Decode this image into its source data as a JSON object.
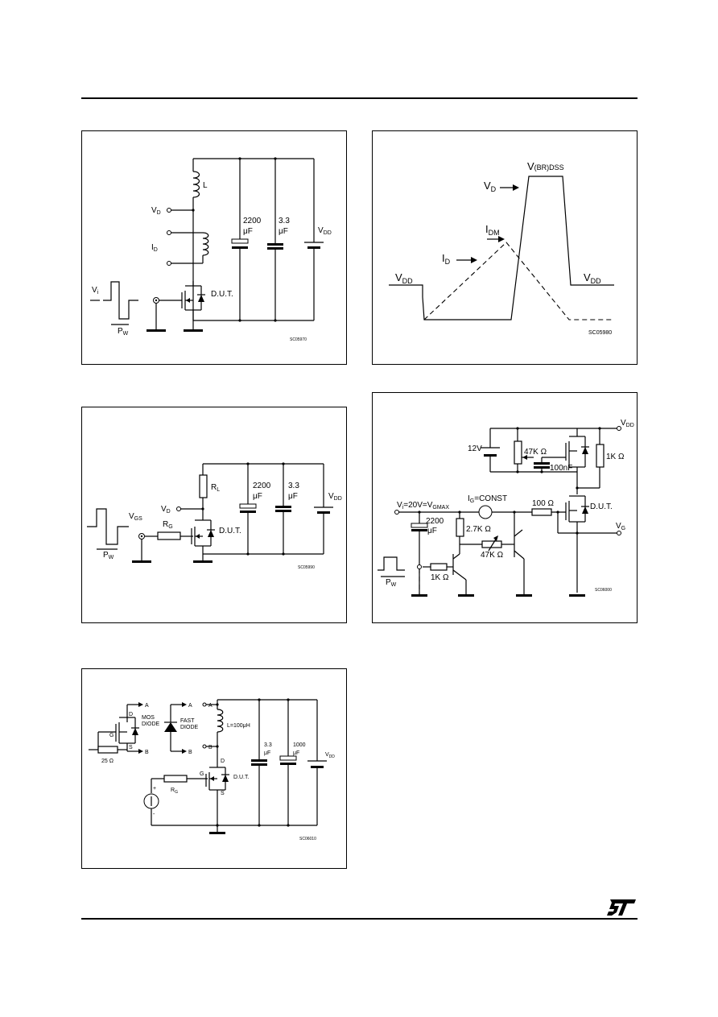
{
  "fig1": {
    "L": "L",
    "VD": "V",
    "VD_sub": "D",
    "ID": "I",
    "ID_sub": "D",
    "C1_val": "2200",
    "C1_unit": "μF",
    "C2_val": "3.3",
    "C2_unit": "μF",
    "VDD": "V",
    "VDD_sub": "DD",
    "VI": "V",
    "VI_sub": "i",
    "PW": "P",
    "PW_sub": "W",
    "dut": "D.U.T.",
    "code": "SC05970"
  },
  "fig2": {
    "vbr": "V",
    "vbr_sub": "(BR)DSS",
    "vd": "V",
    "vd_sub": "D",
    "idm": "I",
    "idm_sub": "DM",
    "id": "I",
    "id_sub": "D",
    "vdd_l": "V",
    "vdd_l_sub": "DD",
    "vdd_r": "V",
    "vdd_r_sub": "DD",
    "code": "SC05980"
  },
  "fig3": {
    "RL": "R",
    "RL_sub": "L",
    "VD": "V",
    "VD_sub": "D",
    "VGS": "V",
    "VGS_sub": "GS",
    "RG": "R",
    "RG_sub": "G",
    "PW": "P",
    "PW_sub": "W",
    "dut": "D.U.T.",
    "C1_val": "2200",
    "C1_unit": "μF",
    "C2_val": "3.3",
    "C2_unit": "μF",
    "VDD": "V",
    "VDD_sub": "DD",
    "code": "SC05990"
  },
  "fig4": {
    "VDD": "V",
    "VDD_sub": "DD",
    "v12": "12V",
    "r47k": "47K Ω",
    "c100n": "100nF",
    "r1k_top": "1K Ω",
    "vi_formula_a": "V",
    "vi_formula_sub": "i",
    "vi_formula_b": "=20V=V",
    "vi_formula_sub2": "GMAX",
    "ig": "I",
    "ig_sub": "G",
    "ig_rest": "=CONST",
    "r100": "100 Ω",
    "dut": "D.U.T.",
    "c2200_val": "2200",
    "c2200_unit": "μF",
    "r27k": "2.7K Ω",
    "r47k_pot": "47K Ω",
    "VG": "V",
    "VG_sub": "G",
    "r1k_bot": "1K Ω",
    "PW": "P",
    "PW_sub": "W",
    "code": "SC06000"
  },
  "fig5": {
    "A1": "A",
    "D1": "D",
    "mos": "MOS",
    "diode1": "DIODE",
    "G1": "G",
    "S1": "S",
    "B1": "B",
    "r25": "25 Ω",
    "A2": "A",
    "fast": "FAST",
    "diode2": "DIODE",
    "B2": "B",
    "A3": "A",
    "B3": "B",
    "L": "L=100μH",
    "D2": "D",
    "G2": "G",
    "S2": "S",
    "dut": "D.U.T.",
    "RG": "R",
    "RG_sub": "G",
    "C1_val": "3.3",
    "C1_unit": "μF",
    "C2_val": "1000",
    "C2_unit": "μF",
    "VDD": "V",
    "VDD_sub": "DD",
    "plus": "+",
    "minus": "-",
    "code": "SC06010"
  },
  "logo_text": "ST"
}
